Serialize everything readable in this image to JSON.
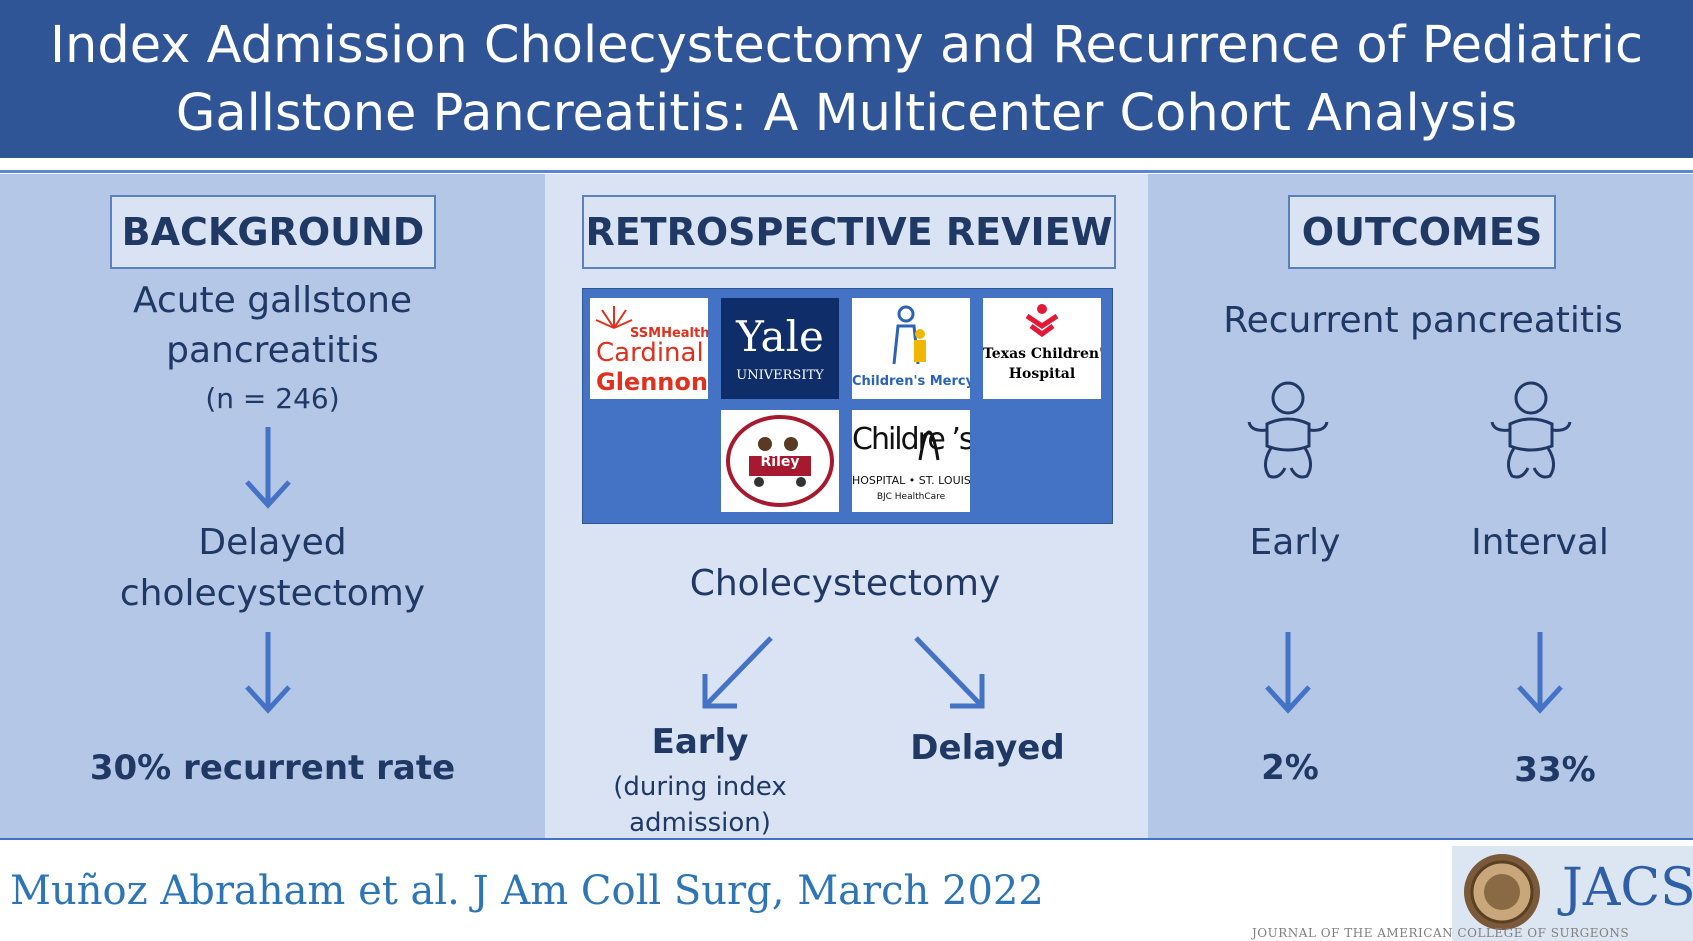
{
  "header": {
    "title_line1": "Index Admission Cholecystectomy and Recurrence of Pediatric",
    "title_line2": "Gallstone Pancreatitis: A Multicenter Cohort Analysis"
  },
  "background": {
    "heading": "BACKGROUND",
    "condition_line1": "Acute gallstone",
    "condition_line2": "pancreatitis",
    "sample": "(n = 246)",
    "step_line1": "Delayed",
    "step_line2": "cholecystectomy",
    "result": "30% recurrent rate"
  },
  "review": {
    "heading": "RETROSPECTIVE REVIEW",
    "logos": {
      "ssm_top": "SSMHealth",
      "ssm_mid": "Cardinal",
      "ssm_bottom": "Glennon",
      "yale_top": "Yale",
      "yale_bottom": "UNIVERSITY",
      "cm": "Children's Mercy",
      "tch_line1": "Texas Children's",
      "tch_line2": "Hospital",
      "riley": "Riley",
      "chsl_top": "Childre ’s",
      "chsl_mid": "HOSPITAL • ST. LOUIS",
      "chsl_bottom": "BJC HealthCare"
    },
    "procedure": "Cholecystectomy",
    "early_label": "Early",
    "early_note_line1": "(during index",
    "early_note_line2": "admission)",
    "delayed_label": "Delayed"
  },
  "outcomes": {
    "heading": "OUTCOMES",
    "subtitle": "Recurrent pancreatitis",
    "early_label": "Early",
    "interval_label": "Interval",
    "early_value": "2%",
    "interval_value": "33%"
  },
  "footer": {
    "citation": "Muñoz Abraham et al. J Am Coll Surg, March 2022",
    "journal_abbrev": "JACS",
    "journal_full": "JOURNAL OF THE AMERICAN COLLEGE OF SURGEONS"
  },
  "colors": {
    "header_bg": "#2f5597",
    "side_panel_bg": "#b4c7e7",
    "middle_panel_bg": "#dae3f3",
    "text_dark_blue": "#1f3864",
    "arrow_blue": "#4472c4",
    "citation_blue": "#2e75b6"
  }
}
